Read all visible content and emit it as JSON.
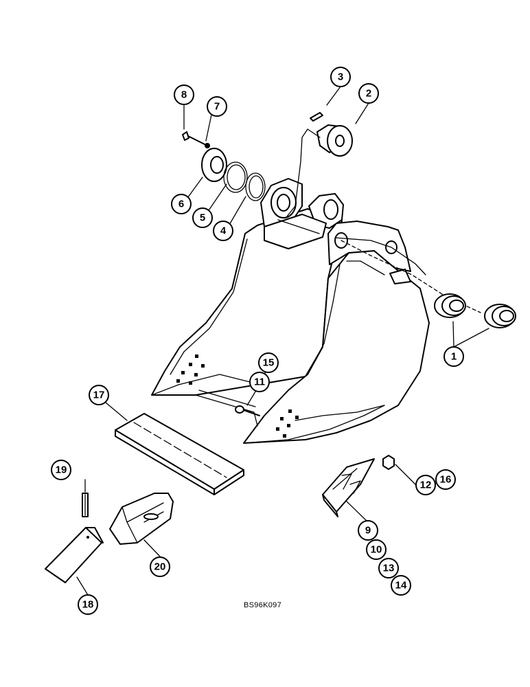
{
  "callouts": [
    {
      "label": "1"
    },
    {
      "label": "2"
    },
    {
      "label": "3"
    },
    {
      "label": "4"
    },
    {
      "label": "5"
    },
    {
      "label": "6"
    },
    {
      "label": "7"
    },
    {
      "label": "8"
    },
    {
      "label": "9"
    },
    {
      "label": "10"
    },
    {
      "label": "11"
    },
    {
      "label": "12"
    },
    {
      "label": "13"
    },
    {
      "label": "14"
    },
    {
      "label": "15"
    },
    {
      "label": "16"
    },
    {
      "label": "17"
    },
    {
      "label": "18"
    },
    {
      "label": "19"
    },
    {
      "label": "20"
    }
  ],
  "drawing_code": "BS96K097"
}
